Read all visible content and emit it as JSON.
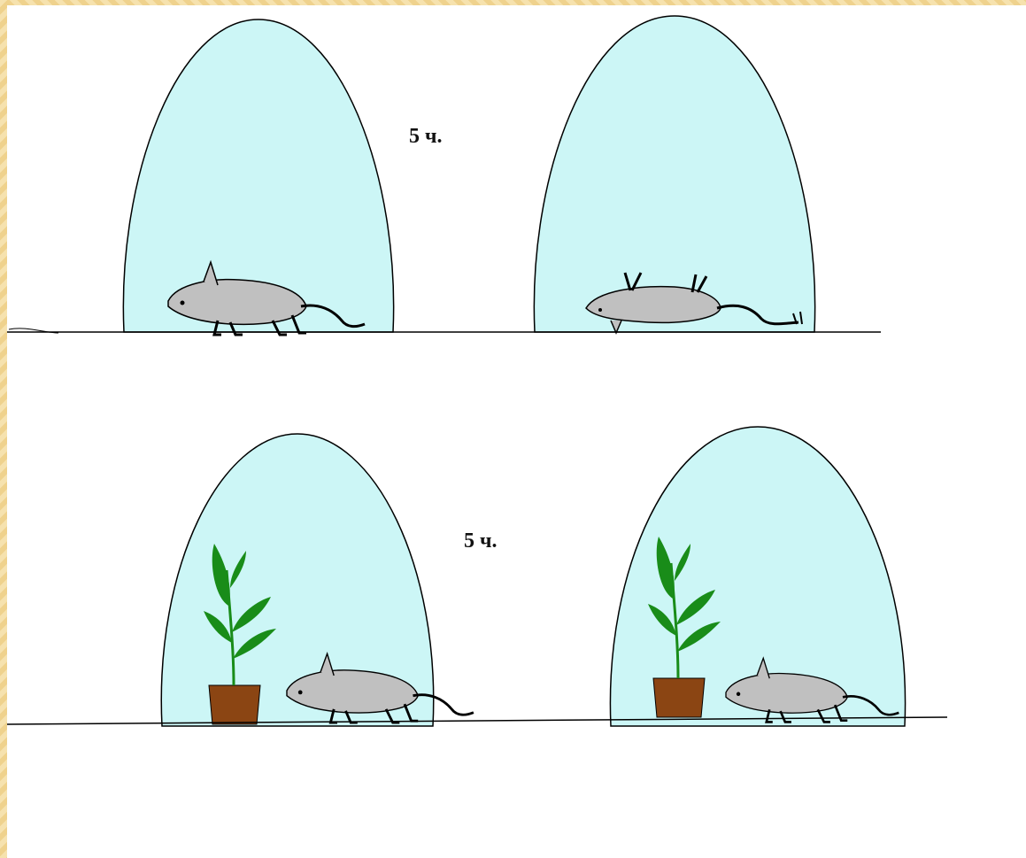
{
  "experiments": [
    {
      "duration_label": "5 ч.",
      "scene": "mouse-alone"
    },
    {
      "duration_label": "5 ч.",
      "scene": "mouse-with-plant"
    }
  ],
  "colors": {
    "bell_jar": "#ccf6f6",
    "mouse": "#c0c0c0",
    "leaf": "#198c19",
    "pot": "#8b4513",
    "outline": "#000000"
  }
}
